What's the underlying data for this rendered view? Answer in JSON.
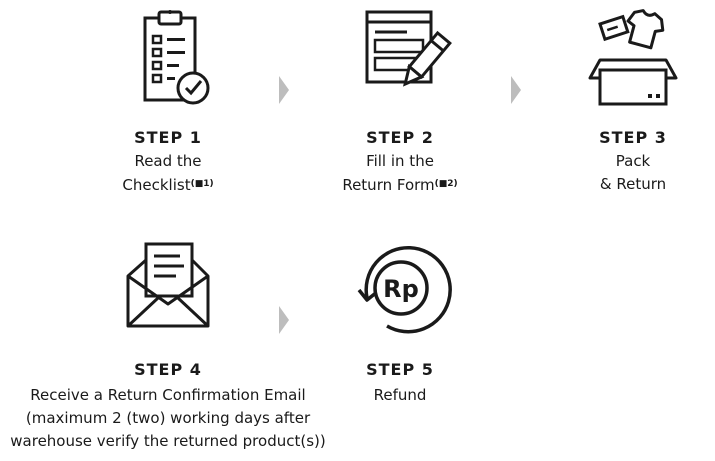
{
  "steps": [
    {
      "title": "STEP 1",
      "desc_lines": [
        "Read the",
        "Checklist"
      ],
      "note": "(■1)",
      "icon": "checklist-icon"
    },
    {
      "title": "STEP 2",
      "desc_lines": [
        "Fill in the",
        "Return Form"
      ],
      "note": "(■2)",
      "icon": "form-pencil-icon"
    },
    {
      "title": "STEP 3",
      "desc_lines": [
        "Pack",
        "& Return"
      ],
      "icon": "box-icon"
    },
    {
      "title": "STEP 4",
      "desc_lines": [
        "Receive a Return Confirmation Email",
        "(maximum 2 (two) working days after",
        "warehouse verify the returned product(s))"
      ],
      "icon": "envelope-icon"
    },
    {
      "title": "STEP 5",
      "desc_lines": [
        "Refund"
      ],
      "icon": "refund-rp-icon",
      "icon_text": "Rp"
    }
  ],
  "colors": {
    "ink": "#1a1a1a",
    "arrow": "#bdbdbd"
  }
}
